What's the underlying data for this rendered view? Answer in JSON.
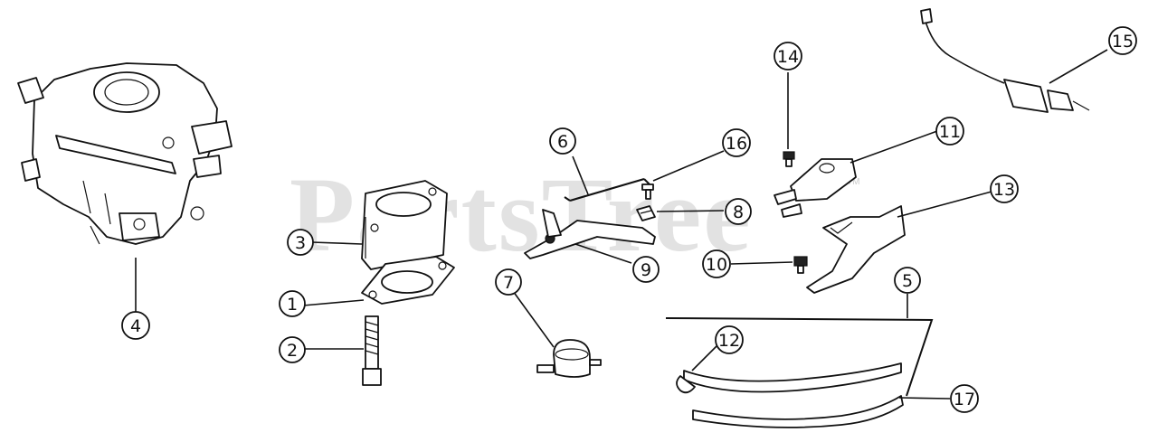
{
  "watermark": {
    "text": "PartsTree",
    "trademark": "TM"
  },
  "callouts": [
    "1",
    "2",
    "3",
    "4",
    "5",
    "6",
    "7",
    "8",
    "9",
    "10",
    "11",
    "12",
    "13",
    "14",
    "15",
    "16",
    "17"
  ],
  "colors": {
    "ink": "#111111",
    "background": "#ffffff",
    "watermark": "#969696"
  }
}
